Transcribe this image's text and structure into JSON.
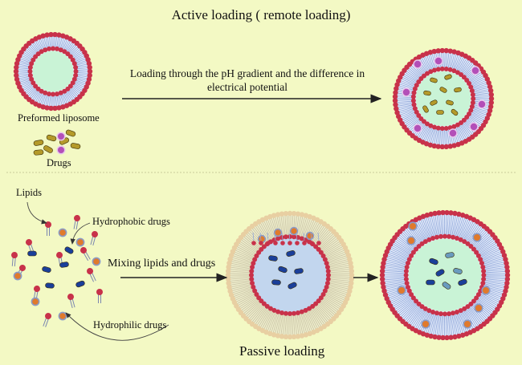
{
  "active_title": "Active loading ( remote loading)",
  "arrow1_label": "Loading through the pH gradient and the difference in electrical potential",
  "preformed_label": "Preformed liposome",
  "drugs_label": "Drugs",
  "lipids_label": "Lipids",
  "hydrophobic_label": "Hydrophobic drugs",
  "hydrophilic_label": "Hydrophilic drugs",
  "mixing_label": "Mixing lipids and drugs",
  "passive_title": "Passive loading",
  "colors": {
    "background": "#f3f9c4",
    "lipid_head": "#c8324a",
    "lipid_tail": "#8fa6d8",
    "core": "#c9f3d6",
    "core_blue": "#c2d6ee",
    "drug_purple": "#b34fb8",
    "drug_yellow": "#b49a2a",
    "drug_blue": "#1a3f9a",
    "drug_orange": "#e07a2c",
    "arrow": "#222222"
  },
  "icons": [
    "preformed-liposome-icon",
    "active-loaded-liposome-icon",
    "mixing-liposome-icon",
    "passive-loaded-liposome-icon",
    "free-lipid-icon",
    "drug-capsule-icon"
  ]
}
